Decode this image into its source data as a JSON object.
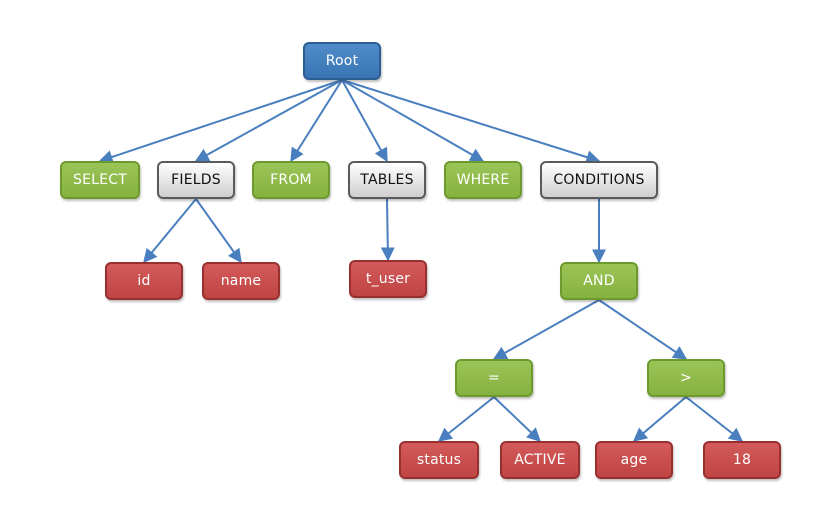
{
  "diagram": {
    "colors": {
      "root": "#3a74b4",
      "keyword": "#86b23f",
      "container": "#cfcfcf",
      "leaf": "#bf4444",
      "edge": "#4a7fbf"
    },
    "nodes": {
      "root": "Root",
      "select": "SELECT",
      "fields": "FIELDS",
      "from": "FROM",
      "tables": "TABLES",
      "where": "WHERE",
      "conditions": "CONDITIONS",
      "id": "id",
      "name": "name",
      "t_user": "t_user",
      "and": "AND",
      "eq": "=",
      "gt": ">",
      "status": "status",
      "active": "ACTIVE",
      "age": "age",
      "eighteen": "18"
    },
    "edges": [
      [
        "root",
        "select"
      ],
      [
        "root",
        "fields"
      ],
      [
        "root",
        "from"
      ],
      [
        "root",
        "tables"
      ],
      [
        "root",
        "where"
      ],
      [
        "root",
        "conditions"
      ],
      [
        "fields",
        "id"
      ],
      [
        "fields",
        "name"
      ],
      [
        "tables",
        "t_user"
      ],
      [
        "conditions",
        "and"
      ],
      [
        "and",
        "eq"
      ],
      [
        "and",
        "gt"
      ],
      [
        "eq",
        "status"
      ],
      [
        "eq",
        "active"
      ],
      [
        "gt",
        "age"
      ],
      [
        "gt",
        "eighteen"
      ]
    ]
  }
}
